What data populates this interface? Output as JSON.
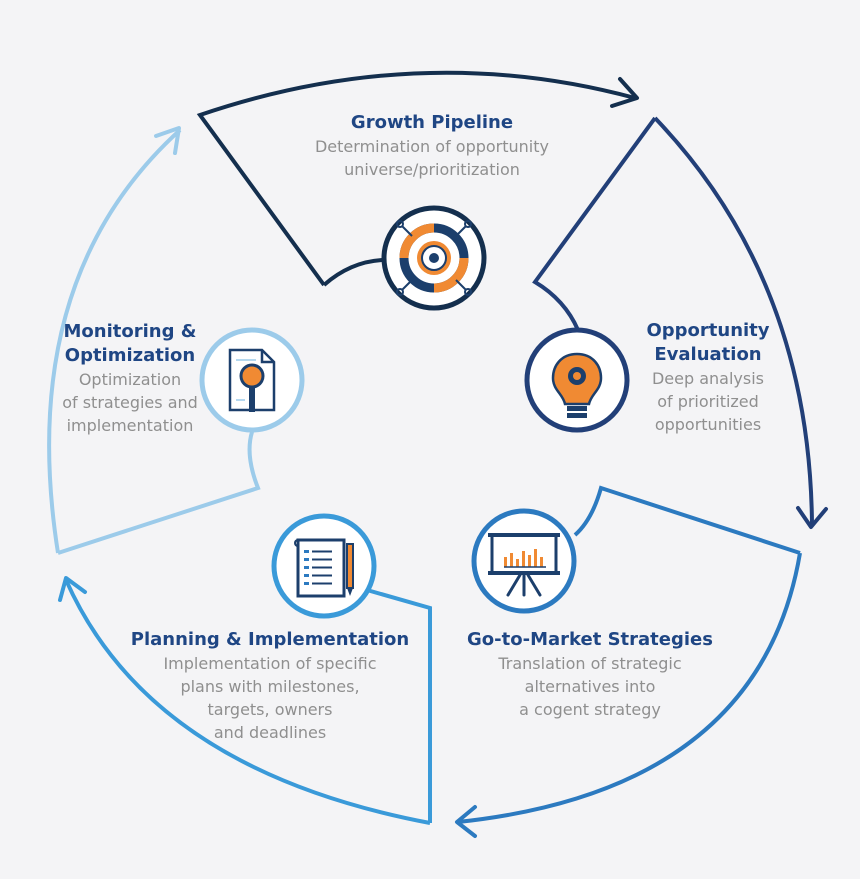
{
  "diagram": {
    "stages": [
      {
        "id": "growth-pipeline",
        "title": [
          "Growth Pipeline"
        ],
        "description": [
          "Determination of opportunity",
          "universe/prioritization"
        ],
        "icon": "gear-target-icon",
        "color": "#142f4e"
      },
      {
        "id": "opportunity-evaluation",
        "title": [
          "Opportunity",
          "Evaluation"
        ],
        "description": [
          "Deep analysis",
          "of prioritized",
          "opportunities"
        ],
        "icon": "lightbulb-gear-icon",
        "color": "#223f78"
      },
      {
        "id": "go-to-market",
        "title": [
          "Go-to-Market Strategies"
        ],
        "description": [
          "Translation of strategic",
          "alternatives into",
          "a cogent strategy"
        ],
        "icon": "presentation-chart-icon",
        "color": "#2c7ac0"
      },
      {
        "id": "planning-implementation",
        "title": [
          "Planning & Implementation"
        ],
        "description": [
          "Implementation of specific",
          "plans with milestones,",
          "targets, owners",
          "and deadlines"
        ],
        "icon": "document-plan-icon",
        "color": "#3a9ad9"
      },
      {
        "id": "monitoring-optimization",
        "title": [
          "Monitoring &",
          "Optimization"
        ],
        "description": [
          "Optimization",
          "of strategies and",
          "implementation"
        ],
        "icon": "magnifier-document-icon",
        "color": "#9ccbea"
      }
    ],
    "colors": {
      "accent_orange": "#f08a33",
      "background": "#f4f4f6",
      "text_gray": "#8f8f8f",
      "title_blue": "#1f4684"
    }
  }
}
